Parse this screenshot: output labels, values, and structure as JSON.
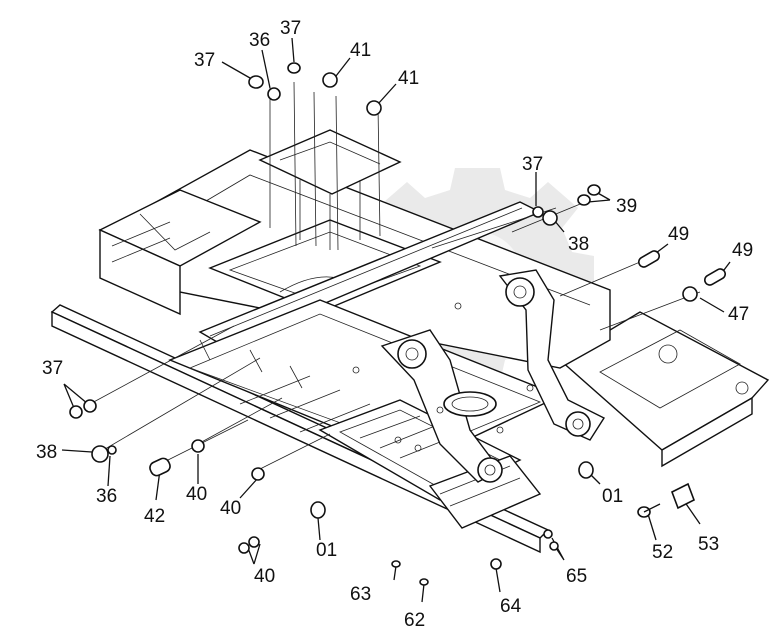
{
  "diagram": {
    "colors": {
      "line": "#111111",
      "background": "#ffffff",
      "watermark": "#d9d9d9"
    },
    "callouts": [
      {
        "id": "c37a",
        "text": "37"
      },
      {
        "id": "c36a",
        "text": "36"
      },
      {
        "id": "c37b",
        "text": "37"
      },
      {
        "id": "c41a",
        "text": "41"
      },
      {
        "id": "c41b",
        "text": "41"
      },
      {
        "id": "c37c",
        "text": "37"
      },
      {
        "id": "c39",
        "text": "39"
      },
      {
        "id": "c38a",
        "text": "38"
      },
      {
        "id": "c49a",
        "text": "49"
      },
      {
        "id": "c49b",
        "text": "49"
      },
      {
        "id": "c47",
        "text": "47"
      },
      {
        "id": "c37d",
        "text": "37"
      },
      {
        "id": "c38b",
        "text": "38"
      },
      {
        "id": "c36b",
        "text": "36"
      },
      {
        "id": "c42",
        "text": "42"
      },
      {
        "id": "c40a",
        "text": "40"
      },
      {
        "id": "c40b",
        "text": "40"
      },
      {
        "id": "c01a",
        "text": "01"
      },
      {
        "id": "c40c",
        "text": "40"
      },
      {
        "id": "c01b",
        "text": "01"
      },
      {
        "id": "c52",
        "text": "52"
      },
      {
        "id": "c53",
        "text": "53"
      },
      {
        "id": "c65",
        "text": "65"
      },
      {
        "id": "c63",
        "text": "63"
      },
      {
        "id": "c64",
        "text": "64"
      },
      {
        "id": "c62",
        "text": "62"
      }
    ]
  }
}
